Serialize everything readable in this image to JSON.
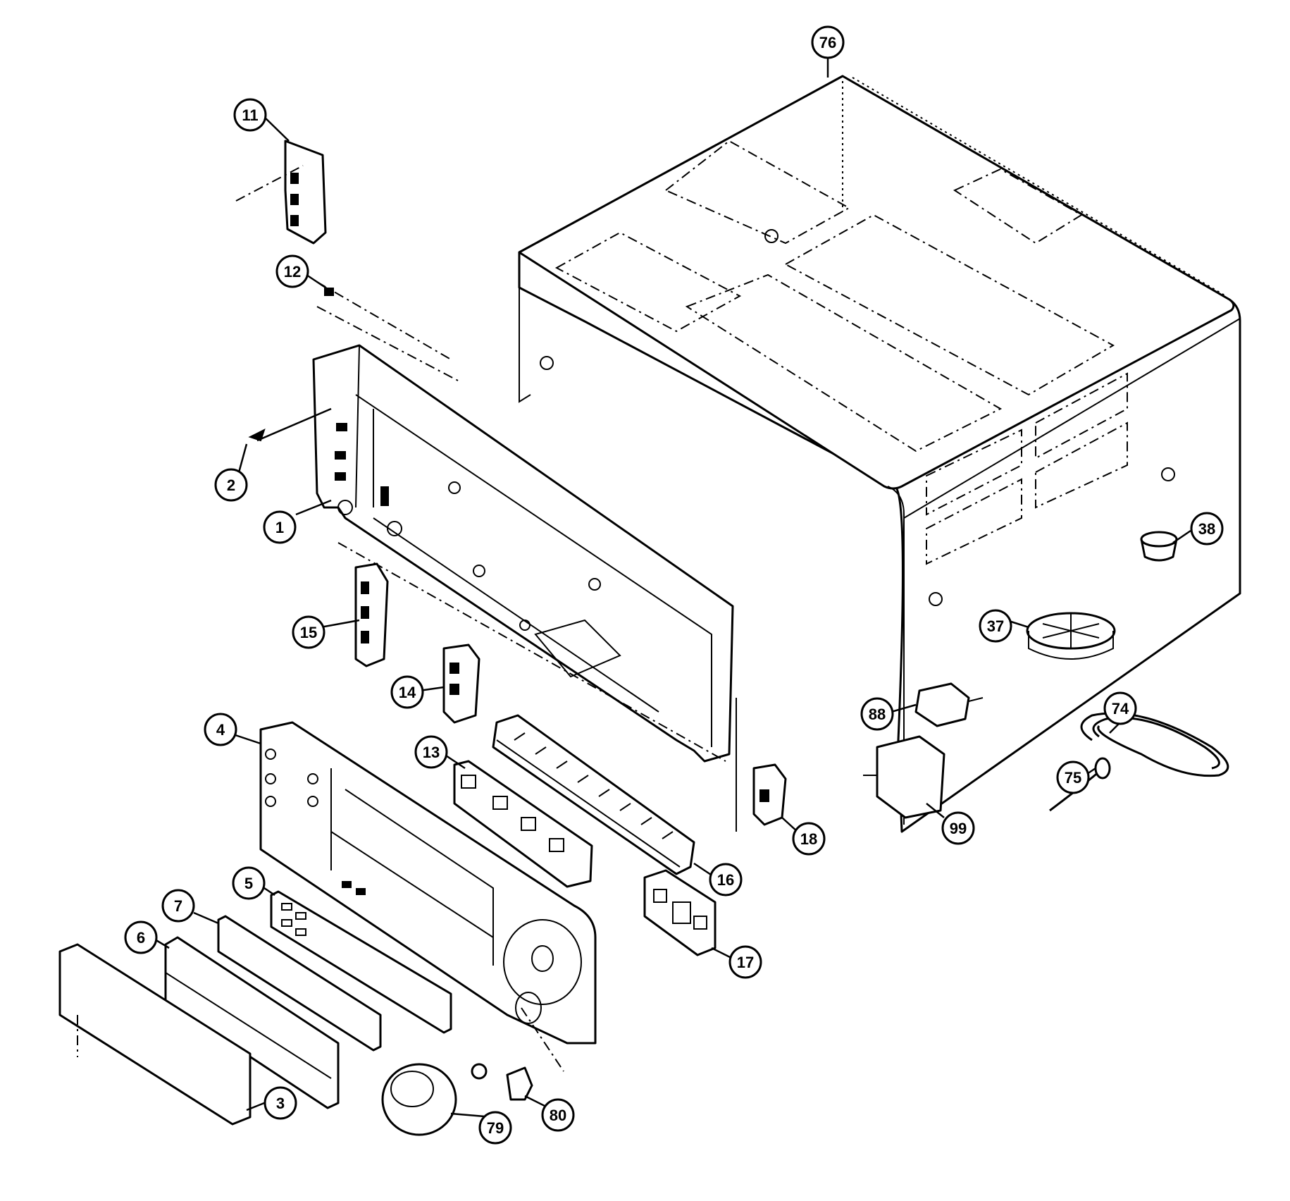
{
  "callouts": [
    {
      "id": "1",
      "label": "1"
    },
    {
      "id": "2",
      "label": "2"
    },
    {
      "id": "3",
      "label": "3"
    },
    {
      "id": "4",
      "label": "4"
    },
    {
      "id": "5",
      "label": "5"
    },
    {
      "id": "6",
      "label": "6"
    },
    {
      "id": "7",
      "label": "7"
    },
    {
      "id": "11",
      "label": "11"
    },
    {
      "id": "12",
      "label": "12"
    },
    {
      "id": "13",
      "label": "13"
    },
    {
      "id": "14",
      "label": "14"
    },
    {
      "id": "15",
      "label": "15"
    },
    {
      "id": "16",
      "label": "16"
    },
    {
      "id": "17",
      "label": "17"
    },
    {
      "id": "18",
      "label": "18"
    },
    {
      "id": "37",
      "label": "37"
    },
    {
      "id": "38",
      "label": "38"
    },
    {
      "id": "74",
      "label": "74"
    },
    {
      "id": "75",
      "label": "75"
    },
    {
      "id": "76",
      "label": "76"
    },
    {
      "id": "79",
      "label": "79"
    },
    {
      "id": "80",
      "label": "80"
    },
    {
      "id": "88",
      "label": "88"
    },
    {
      "id": "99",
      "label": "99"
    }
  ]
}
